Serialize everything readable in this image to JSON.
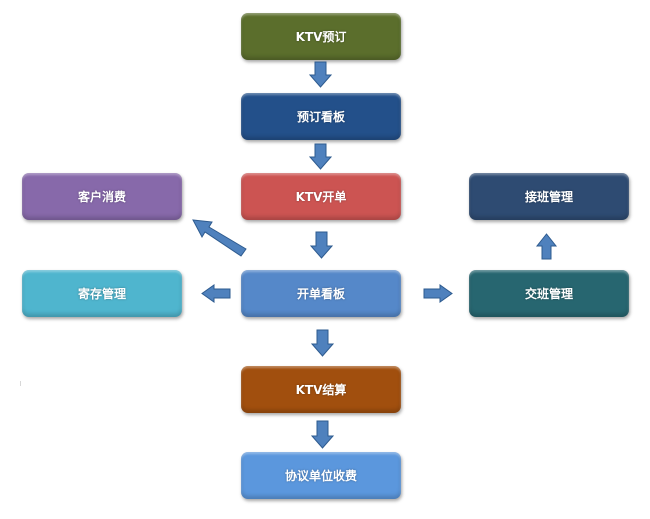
{
  "diagram": {
    "nodes": [
      {
        "id": "ktv-booking",
        "label": "KTV预订",
        "color": "#5b6e2c"
      },
      {
        "id": "booking-board",
        "label": "预订看板",
        "color": "#23508a"
      },
      {
        "id": "ktv-open",
        "label": "KTV开单",
        "color": "#cc5452"
      },
      {
        "id": "open-board",
        "label": "开单看板",
        "color": "#5588c9"
      },
      {
        "id": "ktv-checkout",
        "label": "KTV结算",
        "color": "#a14f0e"
      },
      {
        "id": "agreement-charge",
        "label": "协议单位收费",
        "color": "#5b97dd"
      },
      {
        "id": "customer-consumption",
        "label": "客户消费",
        "color": "#8769aa"
      },
      {
        "id": "storage-management",
        "label": "寄存管理",
        "color": "#4fb5ce"
      },
      {
        "id": "handover-management",
        "label": "交班管理",
        "color": "#276670"
      },
      {
        "id": "takeover-management",
        "label": "接班管理",
        "color": "#2e4b72"
      }
    ],
    "edges": [
      {
        "from": "ktv-booking",
        "to": "booking-board"
      },
      {
        "from": "booking-board",
        "to": "ktv-open"
      },
      {
        "from": "ktv-open",
        "to": "open-board"
      },
      {
        "from": "open-board",
        "to": "customer-consumption"
      },
      {
        "from": "open-board",
        "to": "storage-management"
      },
      {
        "from": "open-board",
        "to": "handover-management"
      },
      {
        "from": "handover-management",
        "to": "takeover-management"
      },
      {
        "from": "open-board",
        "to": "ktv-checkout"
      },
      {
        "from": "ktv-checkout",
        "to": "agreement-charge"
      }
    ],
    "arrow_color": "#4f81bd"
  }
}
